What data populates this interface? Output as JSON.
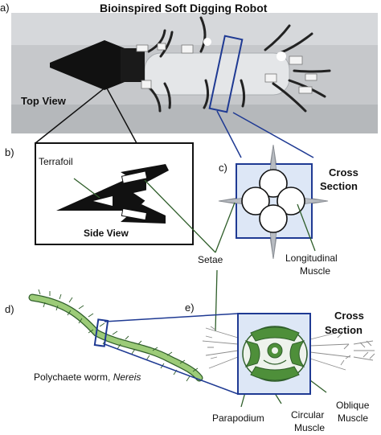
{
  "title": "Bioinspired Soft Digging Robot",
  "panels": {
    "a": {
      "letter": "a)",
      "caption": "Top View"
    },
    "b": {
      "letter": "b)",
      "part_label": "Terrafoil",
      "caption": "Side View"
    },
    "c": {
      "letter": "c)",
      "caption_line1": "Cross",
      "caption_line2": "Section"
    },
    "d": {
      "letter": "d)",
      "caption_prefix": "Polychaete worm, ",
      "caption_species": "Nereis"
    },
    "e": {
      "letter": "e)",
      "caption_line1": "Cross",
      "caption_line2": "Section"
    }
  },
  "labels": {
    "setae": "Setae",
    "longitudinal_line1": "Longitudinal",
    "longitudinal_line2": "Muscle",
    "parapodium": "Parapodium",
    "circular_line1": "Circular",
    "circular_line2": "Muscle",
    "oblique_line1": "Oblique",
    "oblique_line2": "Muscle"
  },
  "colors": {
    "highlight_box": "#1f3a93",
    "cross_section_fill": "#dde7f6",
    "leader_line": "#2f5e2a",
    "worm_green": "#9ccb78",
    "muscle_green": "#4e8f3a"
  }
}
